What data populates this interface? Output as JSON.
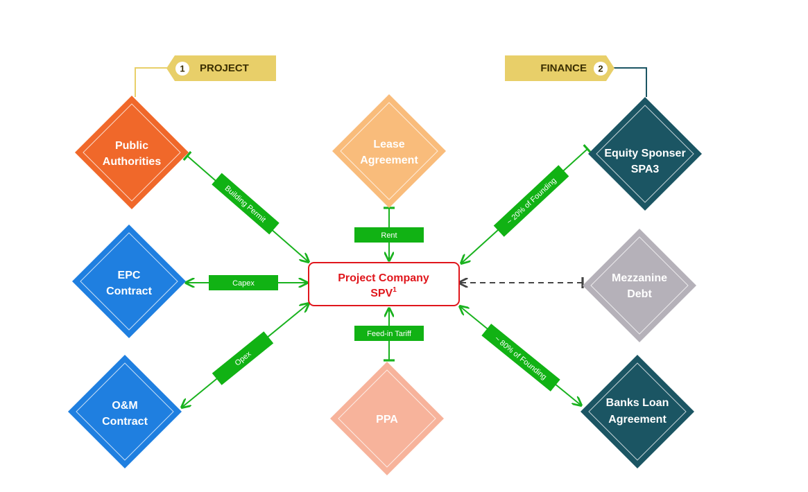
{
  "headers": {
    "project": {
      "number": "1",
      "label": "PROJECT",
      "color": "#e8cf69"
    },
    "finance": {
      "number": "2",
      "label": "FINANCE",
      "color": "#e8cf69"
    }
  },
  "center": {
    "line1": "Project Company",
    "line2": "SPV",
    "superscript": "1",
    "color": "#e0161c"
  },
  "nodes": {
    "public_authorities": {
      "line1": "Public",
      "line2": "Authorities",
      "color": "#f0682a"
    },
    "epc_contract": {
      "line1": "EPC",
      "line2": "Contract",
      "color": "#1f7fe0"
    },
    "om_contract": {
      "line1": "O&M",
      "line2": "Contract",
      "color": "#1f7fe0"
    },
    "lease_agreement": {
      "line1": "Lease",
      "line2": "Agreement",
      "color": "#f9bc7b"
    },
    "ppa": {
      "line1": "PPA",
      "line2": "",
      "color": "#f7b39b"
    },
    "equity_sponser": {
      "line1": "Equity Sponser",
      "line2": "SPA3",
      "color": "#1b5563"
    },
    "mezzanine_debt": {
      "line1": "Mezzanine",
      "line2": "Debt",
      "color": "#b5b1b9"
    },
    "banks_loan": {
      "line1": "Banks Loan",
      "line2": "Agreement",
      "color": "#1b5563"
    }
  },
  "labels": {
    "building_permit": "Building Permit",
    "capex": "Capex",
    "opex": "Opex",
    "rent": "Rent",
    "feed_in_tariff": "Feed-in Tariff",
    "founding_20": "~ 20% of Founding",
    "founding_80": "~ 80% of Founding"
  },
  "colors": {
    "connector": "#19b21e",
    "label_bg": "#11b214",
    "dashed": "#444444",
    "header_line_project": "#e8cf69",
    "header_line_finance": "#1b5563"
  }
}
